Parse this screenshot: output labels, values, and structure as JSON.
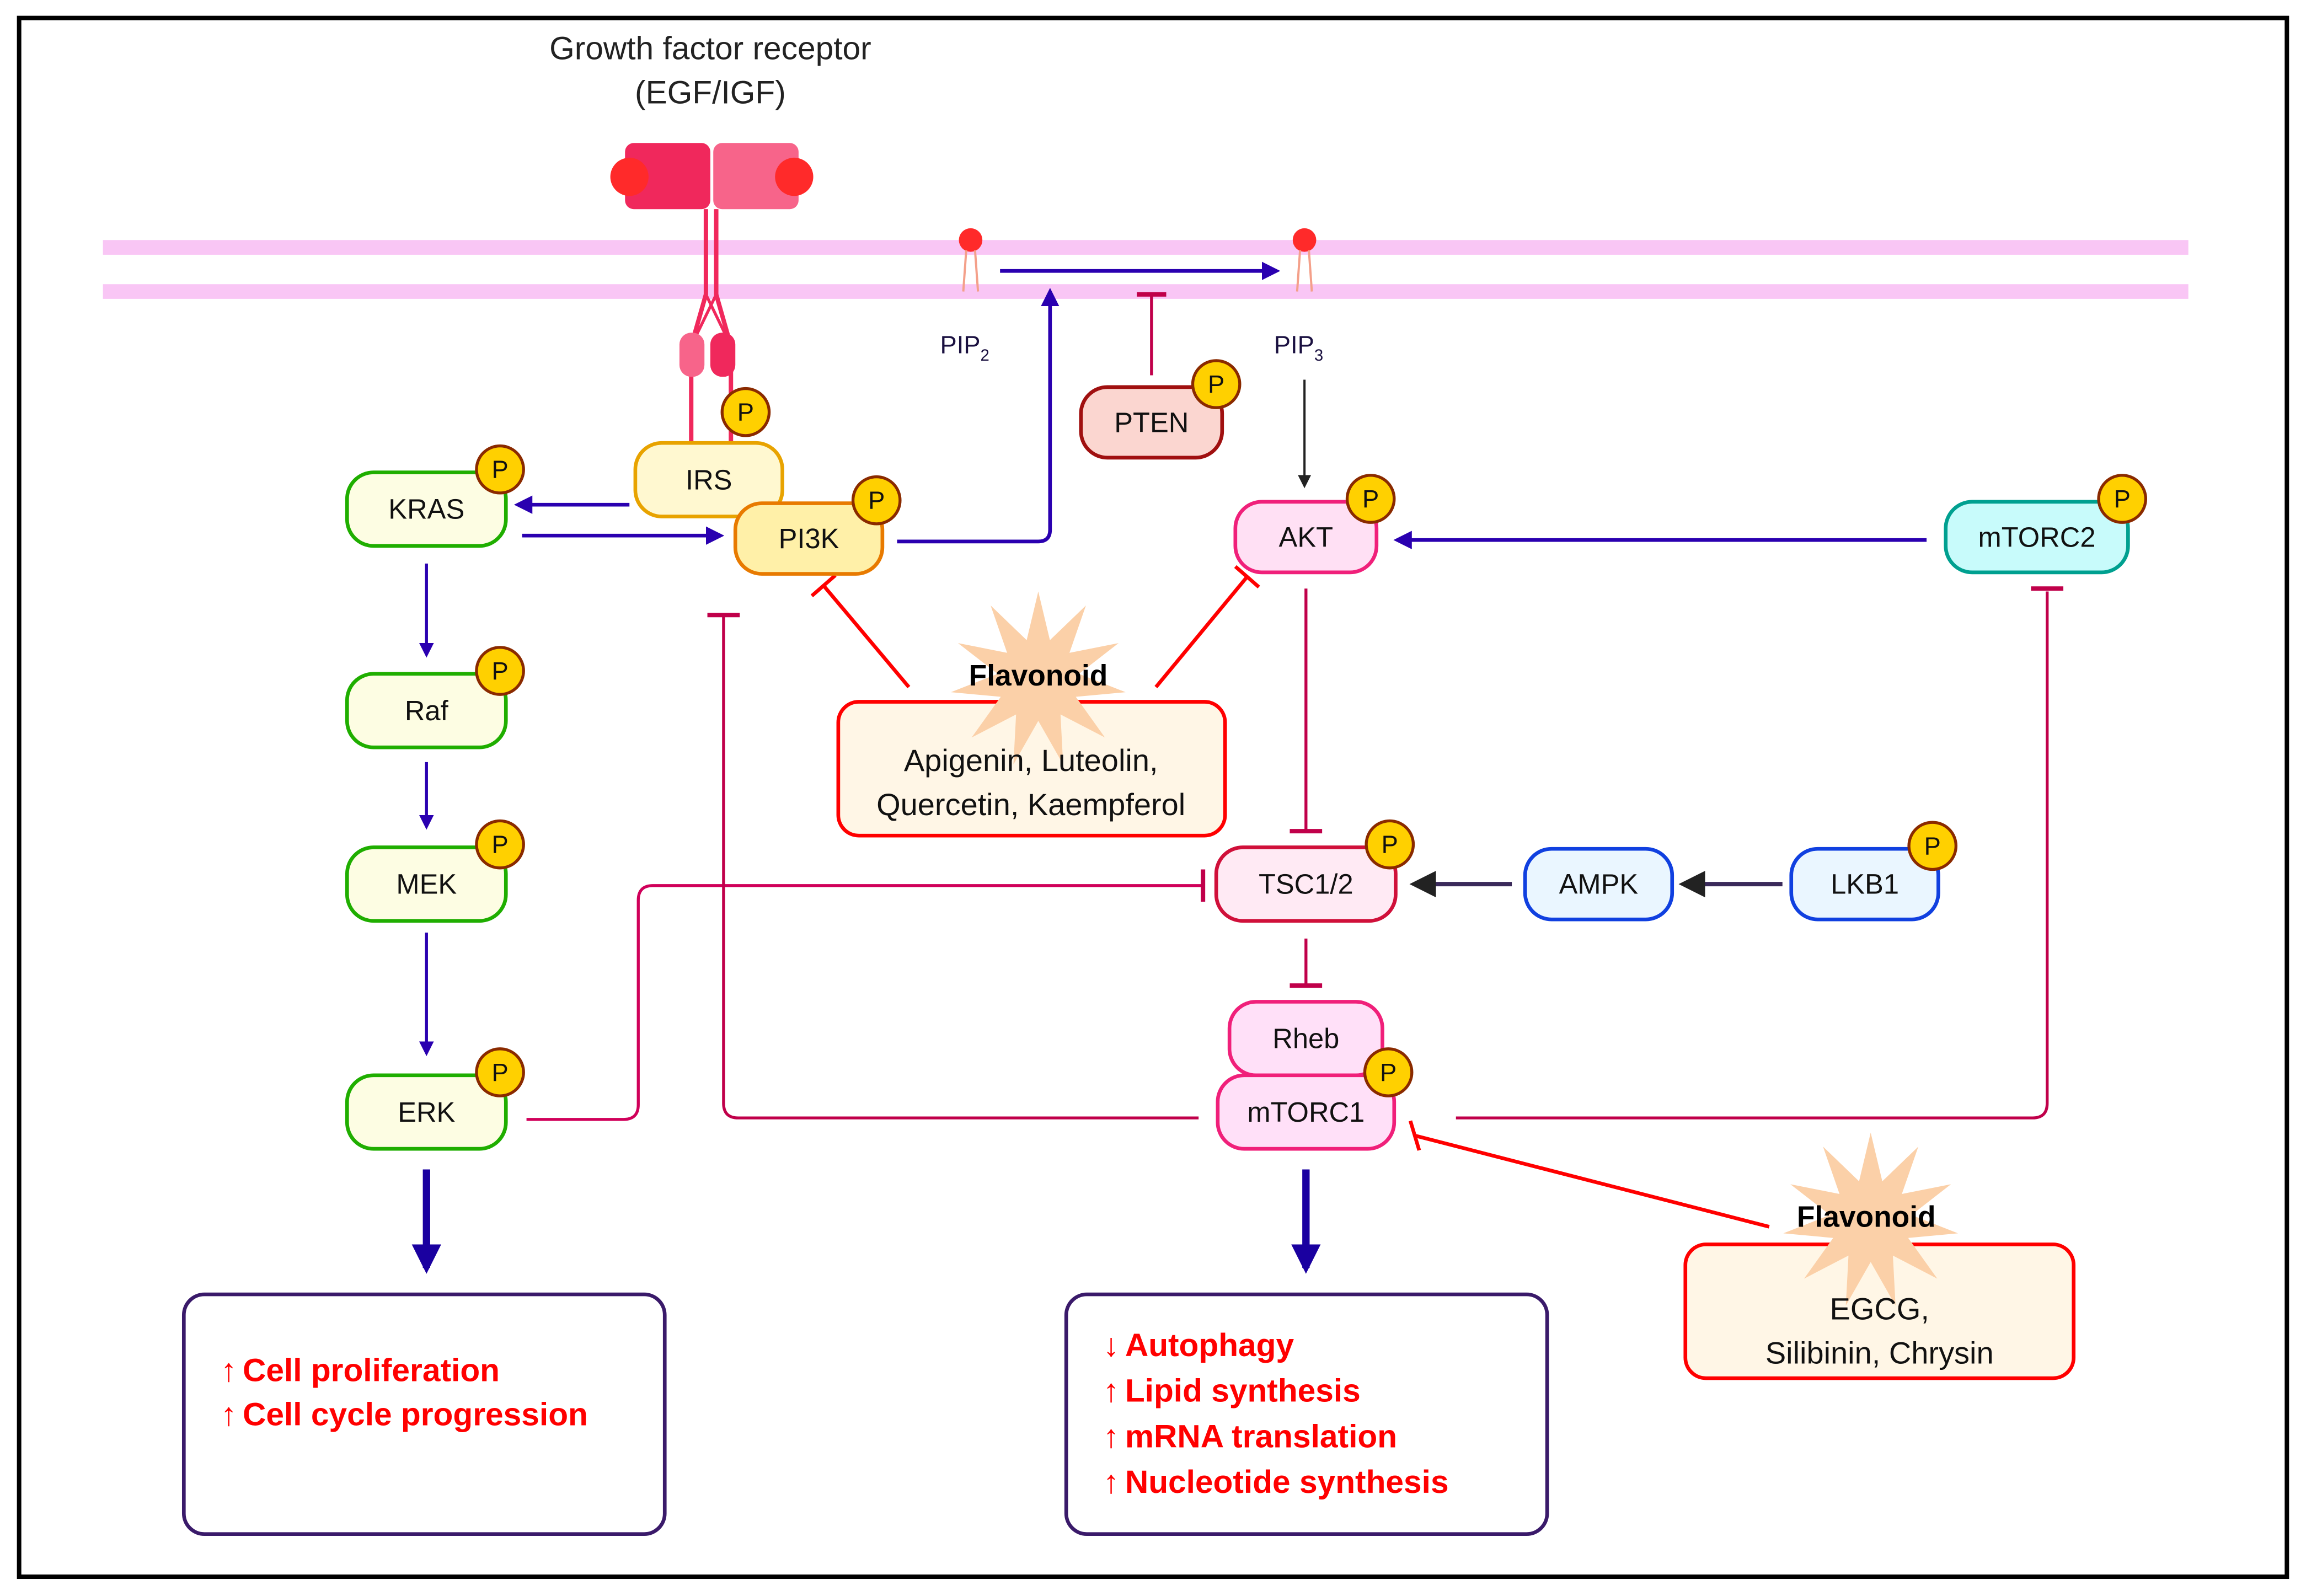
{
  "title": {
    "line1": "Growth factor receptor",
    "line2": "(EGF/IGF)"
  },
  "membrane": {
    "pip2": "PIP",
    "pip2_sub": "2",
    "pip3": "PIP",
    "pip3_sub": "3"
  },
  "phospho_label": "P",
  "nodes": {
    "kras": "KRAS",
    "raf": "Raf",
    "mek": "MEK",
    "erk": "ERK",
    "irs": "IRS",
    "pi3k": "PI3K",
    "pten": "PTEN",
    "akt": "AKT",
    "mtorc2": "mTORC2",
    "tsc": "TSC1/2",
    "ampk": "AMPK",
    "lkb1": "LKB1",
    "rheb": "Rheb",
    "mtorc1": "mTORC1"
  },
  "flavonoid_boxes": [
    {
      "title": "Flavonoid",
      "lines": [
        "Apigenin, Luteolin,",
        "Quercetin, Kaempferol"
      ]
    },
    {
      "title": "Flavonoid",
      "lines": [
        "EGCG,",
        "Silibinin, Chrysin"
      ]
    }
  ],
  "outcomes": {
    "erk_box": [
      {
        "arrow": "↑",
        "text": "Cell proliferation"
      },
      {
        "arrow": "↑",
        "text": "Cell cycle progression"
      }
    ],
    "mtorc1_box": [
      {
        "arrow": "↓",
        "text": "Autophagy"
      },
      {
        "arrow": "↑",
        "text": "Lipid synthesis"
      },
      {
        "arrow": "↑",
        "text": "mRNA translation"
      },
      {
        "arrow": "↑",
        "text": "Nucleotide synthesis"
      }
    ]
  },
  "colors": {
    "activation": "#2a00b0",
    "inhibition": "#c0004a",
    "flavonoid_inhibition": "#ff0000",
    "membrane": "#f9c6f5",
    "outcome_text": "#ff0000"
  }
}
